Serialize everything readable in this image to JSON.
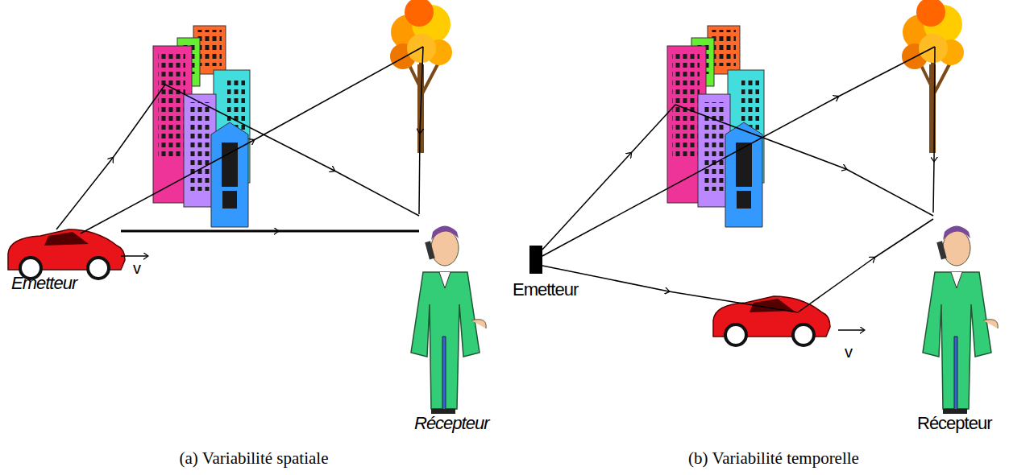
{
  "diagram": {
    "labels": [
      "Emetteur",
      "v",
      "Récepteur",
      "(a) Variabilité spatiale",
      "Emetteur",
      "v",
      "Récepteur",
      "(b) Variabilité temporelle"
    ]
  }
}
